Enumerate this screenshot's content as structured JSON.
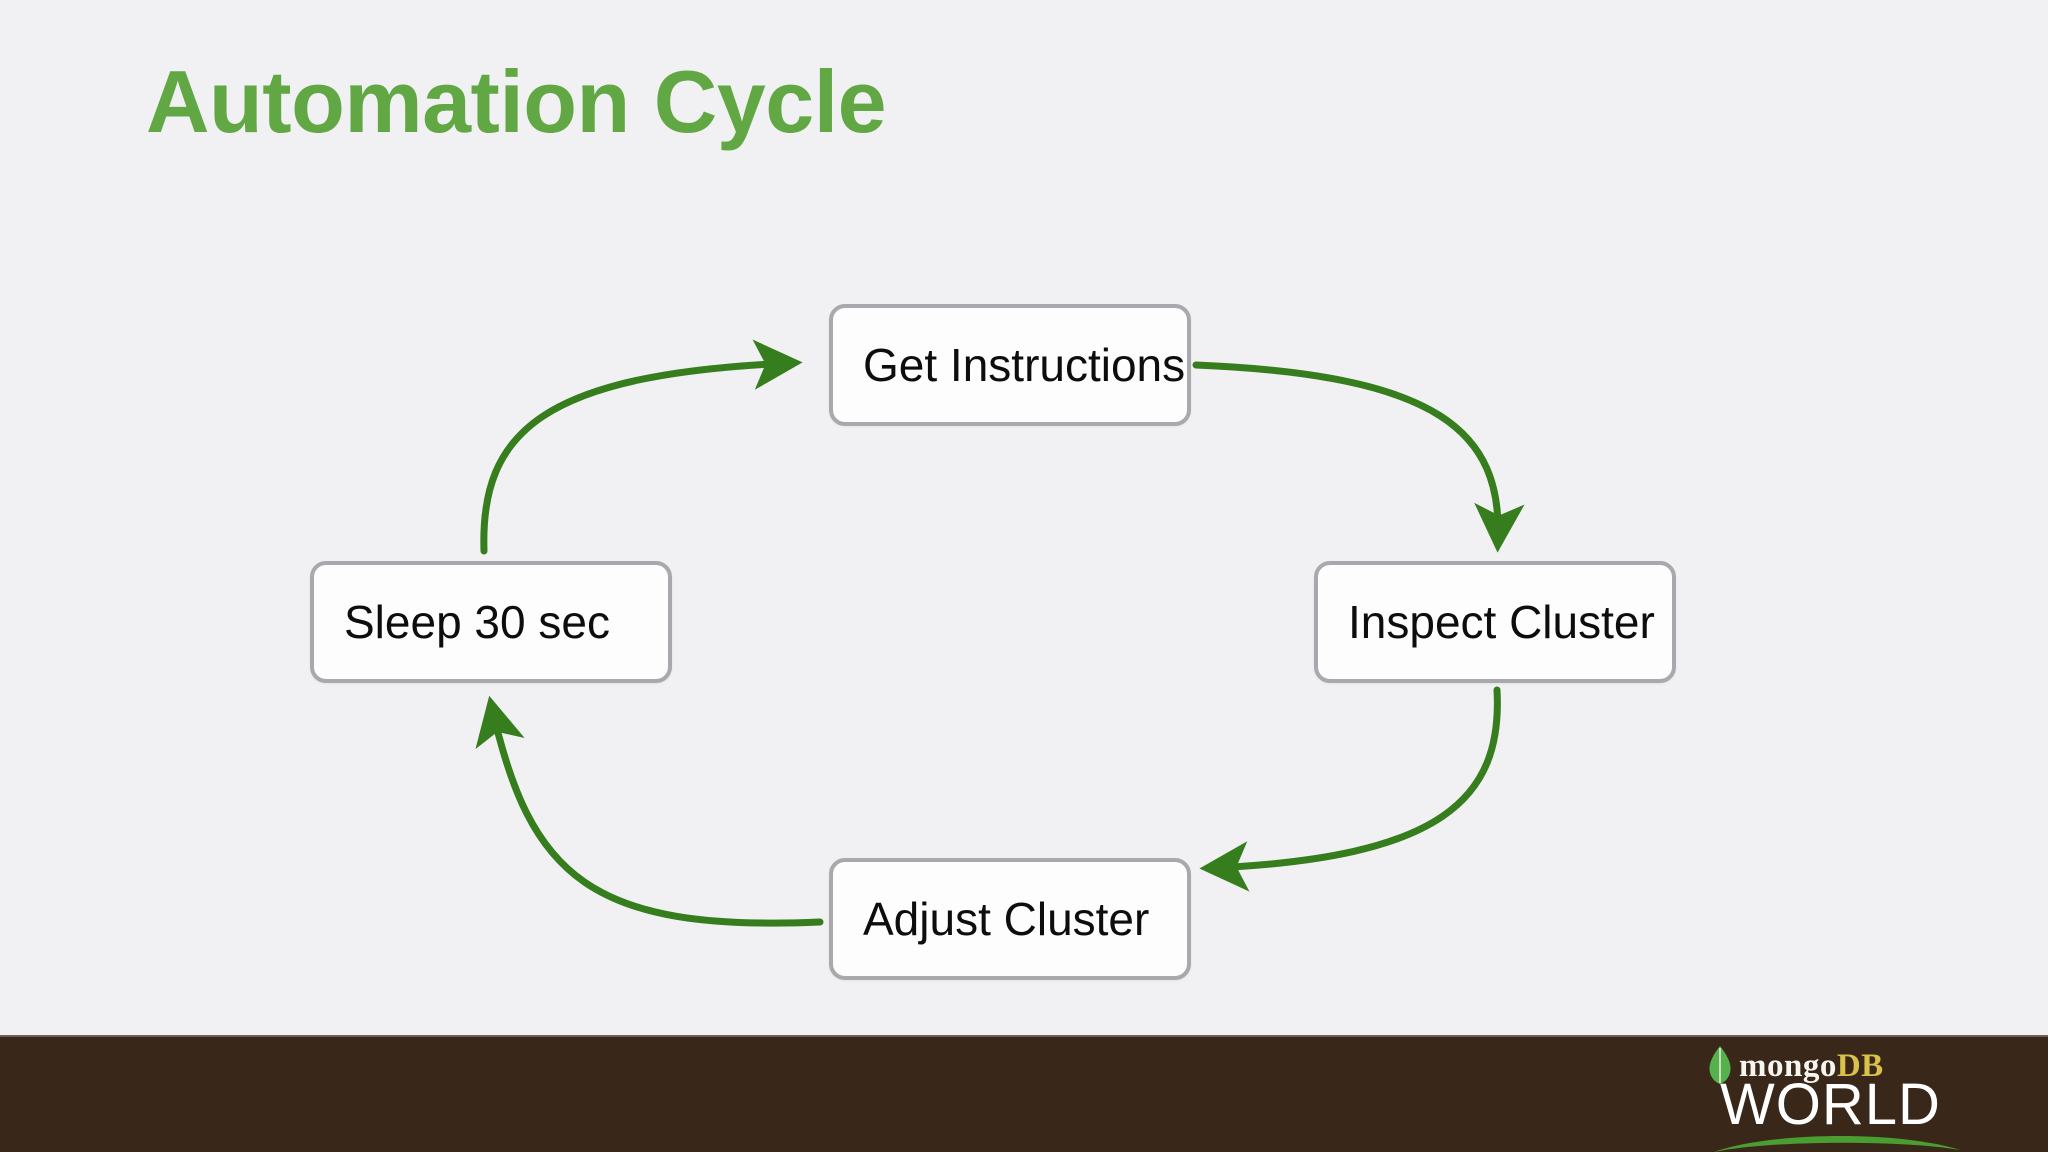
{
  "slide": {
    "title": "Automation Cycle",
    "background_color": "#f1f0f2",
    "title_color": "#61a844"
  },
  "diagram": {
    "type": "cycle",
    "node_border_color": "#a9a9ad",
    "node_fill_color": "#fdfdfd",
    "arrow_color": "#367d1e",
    "nodes": [
      {
        "id": "get-instructions",
        "label": "Get Instructions",
        "position": "top"
      },
      {
        "id": "inspect-cluster",
        "label": "Inspect Cluster",
        "position": "right"
      },
      {
        "id": "adjust-cluster",
        "label": "Adjust Cluster",
        "position": "bottom"
      },
      {
        "id": "sleep-30-sec",
        "label": "Sleep 30 sec",
        "position": "left"
      }
    ],
    "edges": [
      {
        "from": "sleep-30-sec",
        "to": "get-instructions",
        "direction": "clockwise"
      },
      {
        "from": "get-instructions",
        "to": "inspect-cluster",
        "direction": "clockwise"
      },
      {
        "from": "inspect-cluster",
        "to": "adjust-cluster",
        "direction": "clockwise"
      },
      {
        "from": "adjust-cluster",
        "to": "sleep-30-sec",
        "direction": "clockwise"
      }
    ]
  },
  "footer": {
    "background_color": "#392719",
    "logo": {
      "mongo_text": "mongo",
      "db_text": "DB",
      "world_text": "WORLD",
      "leaf_color": "#55b14b",
      "db_color": "#d8c24a",
      "word_color": "#ffffff",
      "swoosh_color": "#4a9e31"
    }
  }
}
